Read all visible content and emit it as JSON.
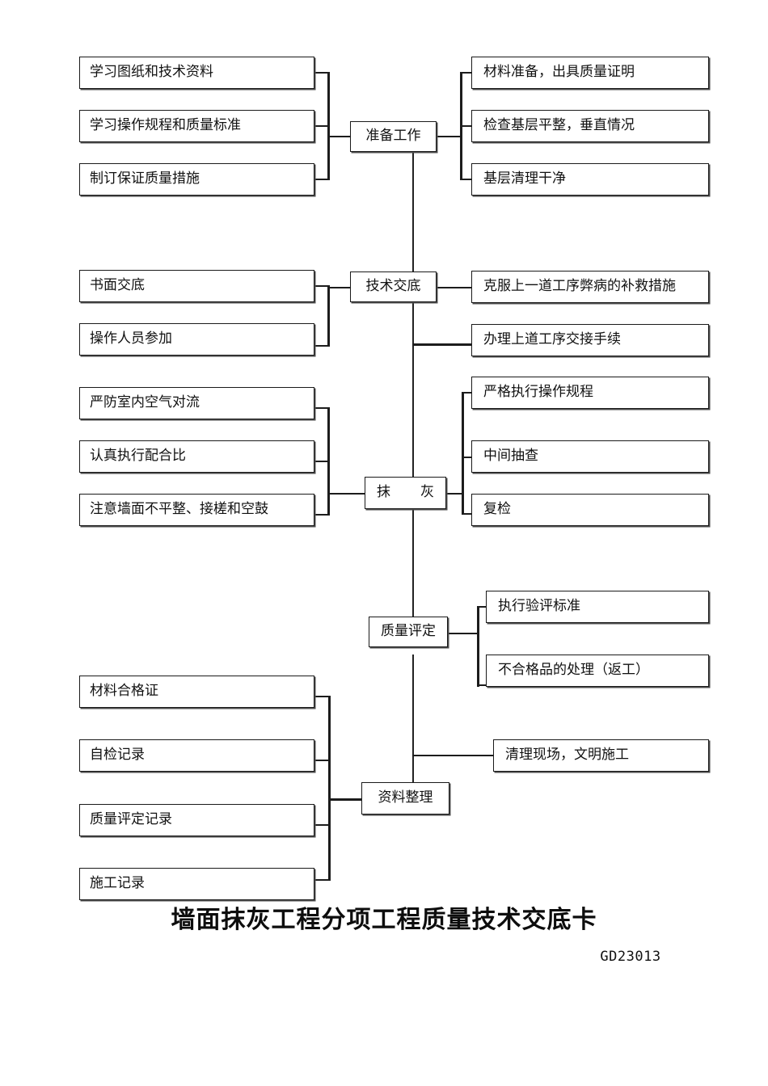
{
  "document": {
    "title": "墙面抹灰工程分项工程质量技术交底卡",
    "code": "GD23013"
  },
  "chart_data": {
    "type": "diagram",
    "title": "墙面抹灰工程分项工程质量技术交底卡",
    "stages": [
      {
        "name": "准备工作",
        "inputs": [
          "学习图纸和技术资料",
          "学习操作规程和质量标准",
          "制订保证质量措施"
        ],
        "outputs": [
          "材料准备，出具质量证明",
          "检查基层平整，垂直情况",
          "基层清理干净"
        ]
      },
      {
        "name": "技术交底",
        "inputs": [
          "书面交底",
          "操作人员参加"
        ],
        "outputs": [
          "克服上一道工序弊病的补救措施",
          "办理上道工序交接手续"
        ]
      },
      {
        "name": "抹　灰",
        "inputs": [
          "严防室内空气对流",
          "认真执行配合比",
          "注意墙面不平整、接槎和空鼓"
        ],
        "outputs": [
          "严格执行操作规程",
          "中间抽查",
          "复检"
        ]
      },
      {
        "name": "质量评定",
        "inputs": [],
        "outputs": [
          "执行验评标准",
          "不合格品的处理（返工）"
        ]
      },
      {
        "name": "资料整理",
        "inputs": [
          "材料合格证",
          "自检记录",
          "质量评定记录",
          "施工记录"
        ],
        "outputs": [
          "清理现场，文明施工"
        ]
      }
    ]
  },
  "nodes": {
    "s1_in1": "学习图纸和技术资料",
    "s1_in2": "学习操作规程和质量标准",
    "s1_in3": "制订保证质量措施",
    "s1_stage": "准备工作",
    "s1_out1": "材料准备，出具质量证明",
    "s1_out2": "检查基层平整，垂直情况",
    "s1_out3": "基层清理干净",
    "s2_in1": "书面交底",
    "s2_in2": "操作人员参加",
    "s2_stage": "技术交底",
    "s2_out1": "克服上一道工序弊病的补救措施",
    "s2_out2": "办理上道工序交接手续",
    "s3_in1": "严防室内空气对流",
    "s3_in2": "认真执行配合比",
    "s3_in3": "注意墙面不平整、接槎和空鼓",
    "s3_stage": "抹　灰",
    "s3_out1": "严格执行操作规程",
    "s3_out2": "中间抽查",
    "s3_out3": "复检",
    "s4_stage": "质量评定",
    "s4_out1": "执行验评标准",
    "s4_out2": "不合格品的处理（返工）",
    "s5_in1": "材料合格证",
    "s5_in2": "自检记录",
    "s5_in3": "质量评定记录",
    "s5_in4": "施工记录",
    "s5_stage": "资料整理",
    "s5_out1": "清理现场，文明施工"
  },
  "style": {
    "line_color": "#1c1c1c",
    "box_border": "#1a1a1a",
    "background": "#ffffff",
    "text_color": "#111111"
  }
}
